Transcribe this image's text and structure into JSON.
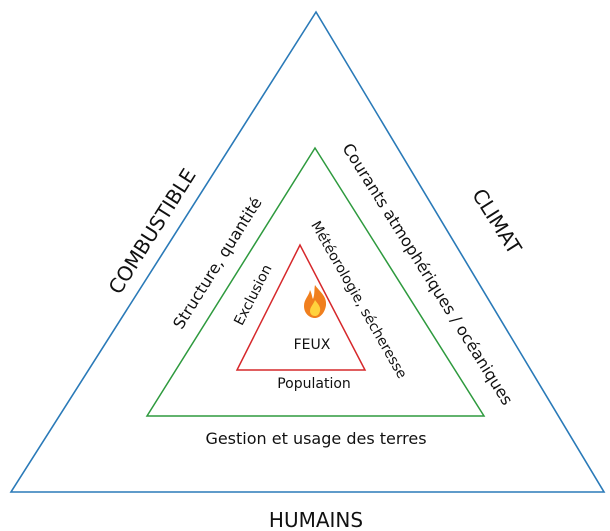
{
  "colors": {
    "outer": "#2a7ab8",
    "middle": "#2e9a3e",
    "inner": "#d6282b",
    "flame_outer": "#f07f1e",
    "flame_inner": "#ffd23d",
    "text": "#111111"
  },
  "outer": {
    "left": "COMBUSTIBLE",
    "right": "CLIMAT",
    "bottom": "HUMAINS"
  },
  "middle": {
    "left": "Structure, quantité",
    "right": "Courants atmophériques / océaniques",
    "bottom": "Gestion et usage des terres"
  },
  "inner": {
    "left": "Exclusion",
    "right": "Météorologie, sécheresse",
    "bottom": "Population",
    "center": "FEUX",
    "center_icon": "fire-icon"
  }
}
